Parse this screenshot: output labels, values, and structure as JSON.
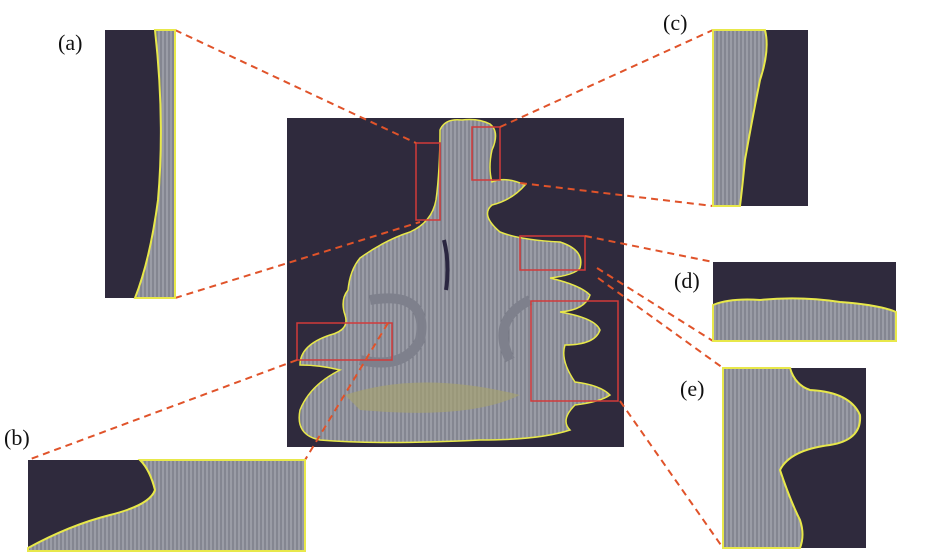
{
  "labels": {
    "a": "(a)",
    "b": "(b)",
    "c": "(c)",
    "d": "(d)",
    "e": "(e)"
  },
  "colors": {
    "background": "#2f2a3d",
    "tissue": "#9a9ca6",
    "contour": "#e8e84a",
    "box": "#d23a3a",
    "connector": "#e0532a"
  }
}
